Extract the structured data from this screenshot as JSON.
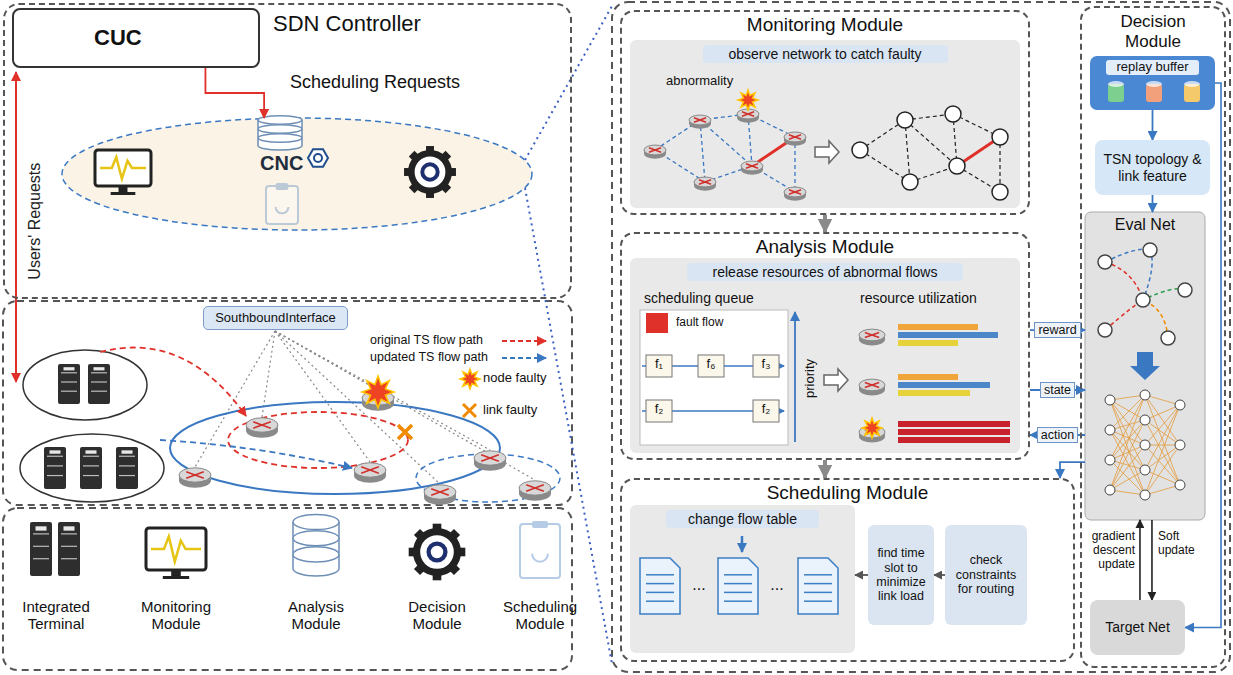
{
  "diagram": {
    "nodes": [
      {
        "text": [
          "SDN Controller"
        ]
      },
      {
        "text": [
          "CUC"
        ],
        "in": 0
      },
      {
        "text": [
          "CNC"
        ],
        "in": 0
      },
      {
        "text": [
          "SouthboundInterface"
        ]
      },
      {
        "text": [
          "Monitoring Module"
        ]
      },
      {
        "text": [
          "observe network to catch faulty"
        ],
        "in": 4
      },
      {
        "text": [
          "Analysis Module"
        ]
      },
      {
        "text": [
          "release resources of abnormal flows"
        ],
        "in": 6
      },
      {
        "text": [
          "Scheduling Module"
        ]
      },
      {
        "text": [
          "change flow table"
        ],
        "in": 8
      },
      {
        "text": [
          "find time slot to minimize link load"
        ],
        "in": 8
      },
      {
        "text": [
          "check constraints for routing"
        ],
        "in": 8
      },
      {
        "text": [
          "Decision Module"
        ]
      },
      {
        "text": [
          "replay buffer"
        ],
        "in": 12
      },
      {
        "text": [
          "TSN topology & link feature"
        ],
        "in": 12
      },
      {
        "text": [
          "Eval Net"
        ],
        "in": 12
      },
      {
        "text": [
          "Target Net"
        ],
        "in": 12
      }
    ],
    "edges": [
      {
        "from": 1,
        "to": 2,
        "arrow": "to",
        "label": "Scheduling Requests"
      },
      {
        "from": 4,
        "to": 6,
        "arrow": "to"
      },
      {
        "from": 6,
        "to": 8,
        "arrow": "to"
      },
      {
        "from": 6,
        "to": 15,
        "arrow": "to",
        "label": "reward"
      },
      {
        "from": 6,
        "to": 15,
        "arrow": "to",
        "label": "state"
      },
      {
        "from": 15,
        "to": 6,
        "arrow": "to",
        "label": "action"
      },
      {
        "from": 15,
        "to": 8,
        "arrow": "to"
      },
      {
        "from": 13,
        "to": 14,
        "arrow": "to"
      },
      {
        "from": 14,
        "to": 15,
        "arrow": "to"
      },
      {
        "from": 15,
        "to": 16,
        "arrow": "to",
        "label": "Soft update"
      },
      {
        "from": 16,
        "to": 15,
        "arrow": "to",
        "label": "gradient descent update"
      },
      {
        "from": 13,
        "to": 16,
        "arrow": "to"
      },
      {
        "from": 11,
        "to": 10,
        "arrow": "to"
      },
      {
        "from": 10,
        "to": 9,
        "arrow": "to"
      }
    ],
    "labels": [
      "Users' Requests",
      "abnormality",
      "scheduling queue",
      "fault flow",
      "f₁",
      "f₆",
      "f₃",
      "f₂",
      "f₂",
      "priority",
      "resource utilization",
      "...",
      "..."
    ],
    "legend": [
      {
        "text": "original TS flow path"
      },
      {
        "text": "updated TS flow path"
      },
      {
        "text": "node faulty"
      },
      {
        "text": "link faulty"
      },
      {
        "text": "Integrated Terminal"
      },
      {
        "text": "Monitoring Module"
      },
      {
        "text": "Analysis Module"
      },
      {
        "text": "Decision Module"
      },
      {
        "text": "Scheduling Module"
      }
    ]
  }
}
